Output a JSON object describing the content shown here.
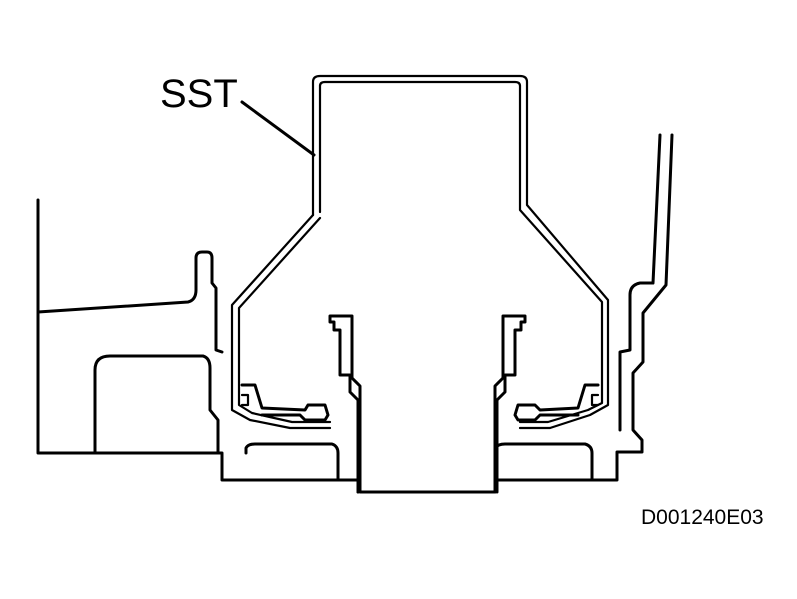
{
  "figure": {
    "type": "technical-line-drawing",
    "callouts": [
      {
        "label": "SST"
      }
    ],
    "figure_id": "D001240E03",
    "colors": {
      "line": "#000000",
      "background": "#ffffff"
    }
  }
}
